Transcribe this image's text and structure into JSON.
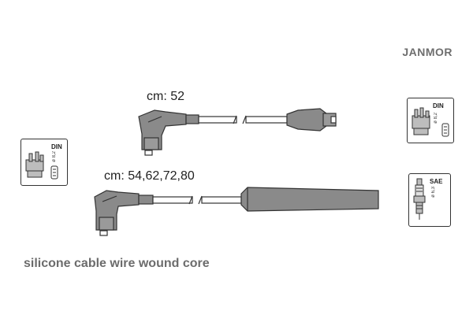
{
  "brand": "JANMOR",
  "cable_top": {
    "length_label": "cm: 52"
  },
  "cable_bottom": {
    "length_label": "cm: 54,62,72,80"
  },
  "caption": "silicone cable wire wound core",
  "connectors": {
    "left_distributor": {
      "standard": "DIN",
      "diameter": "ø 8,2"
    },
    "right_distributor": {
      "standard": "DIN",
      "diameter": "ø 8,2"
    },
    "right_plug": {
      "standard": "SAE",
      "diameter": "ø 6,3"
    }
  },
  "colors": {
    "cable_fill": "#8a8a8a",
    "line": "#333333",
    "brand": "#6e6e6e"
  }
}
